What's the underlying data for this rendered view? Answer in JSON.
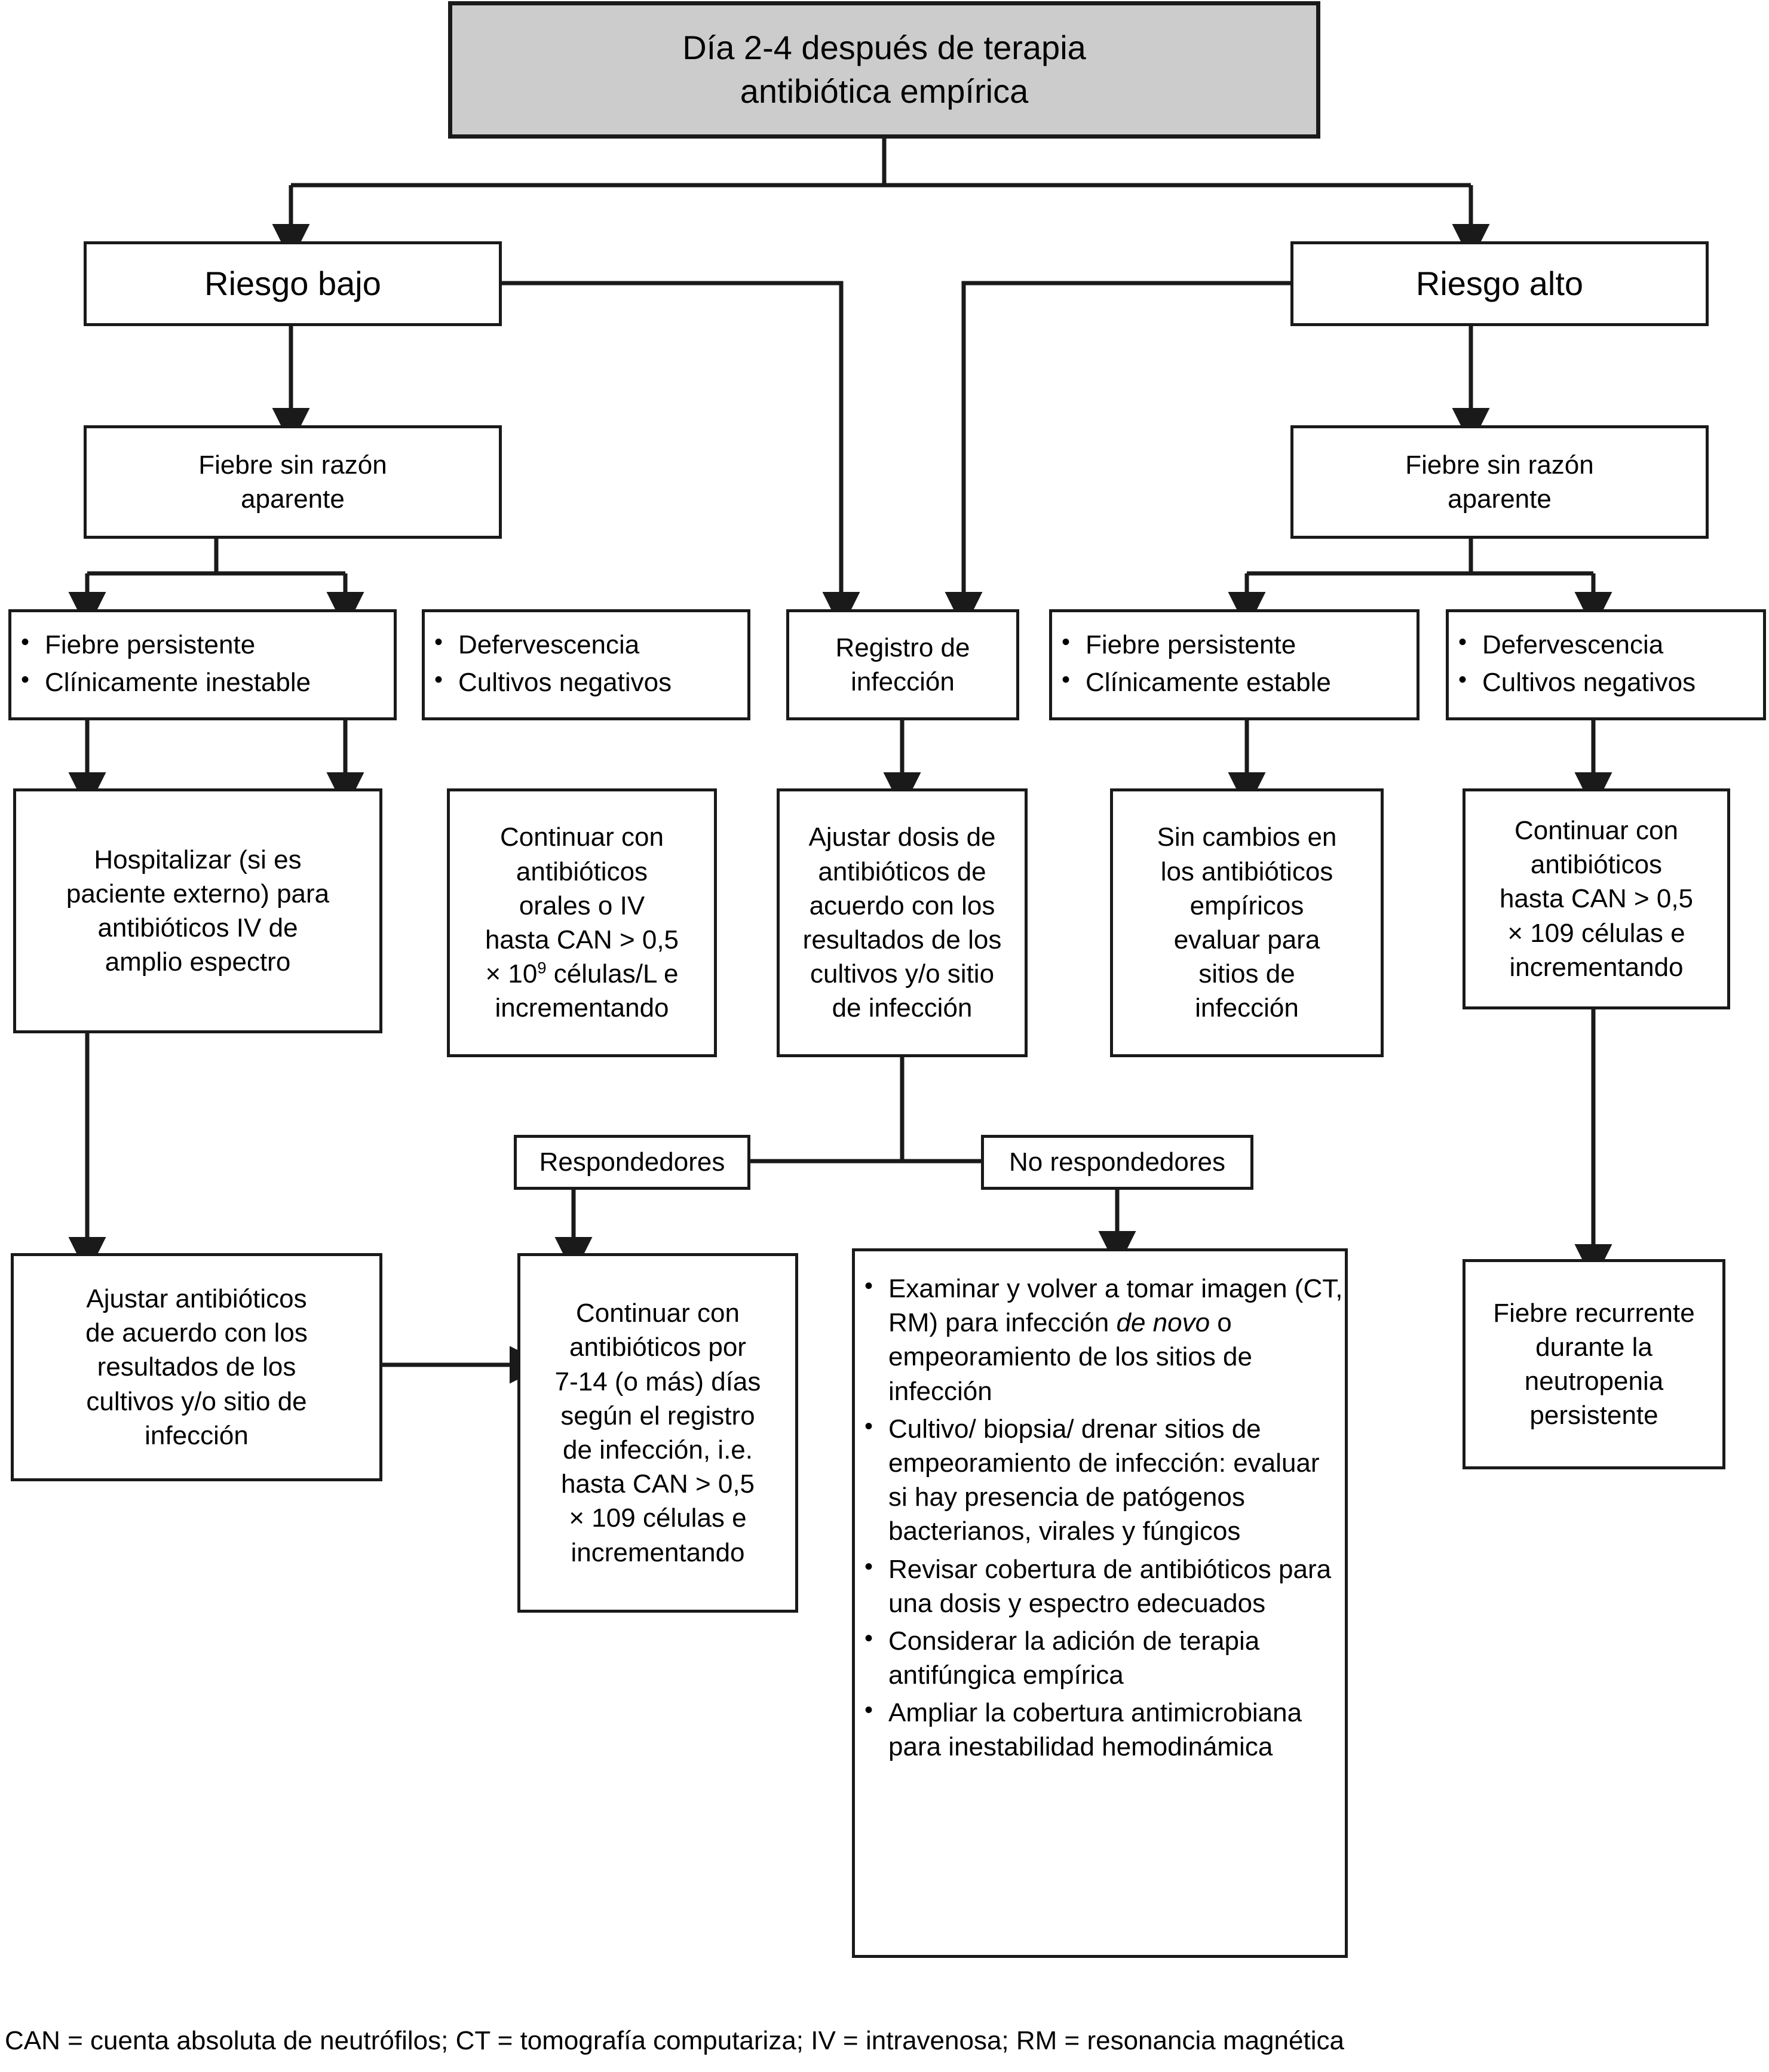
{
  "diagram": {
    "title": "Día 2-4 después de terapia antibiótica empírica",
    "nodes": {
      "root": "Día 2-4 después de terapia\nantibiótica empírica",
      "risk_low": "Riesgo bajo",
      "risk_high": "Riesgo alto",
      "fever_low": "Fiebre sin razón\naparente",
      "fever_high": "Fiebre sin razón\naparente",
      "low_persistent": [
        "Fiebre persistente",
        "Clínicamente inestable"
      ],
      "low_deferv": [
        "Defervescencia",
        "Cultivos negativos"
      ],
      "infection_record": "Registro de\ninfección",
      "high_persistent": [
        "Fiebre persistente",
        "Clínicamente estable"
      ],
      "high_deferv": [
        "Defervescencia",
        "Cultivos negativos"
      ],
      "hospitalize": "Hospitalizar (si es\npaciente externo) para\nantibióticos IV de\namplio espectro",
      "continue_oral_iv_l1": "Continuar con",
      "continue_oral_iv_l2": "antibióticos",
      "continue_oral_iv_l3": "orales o IV",
      "continue_oral_iv_l4": "hasta CAN > 0,5",
      "continue_oral_iv_l5_pre": "× 10",
      "continue_oral_iv_l5_sup": "9",
      "continue_oral_iv_l5_post": " células/L e",
      "continue_oral_iv_l6": "incrementando",
      "adjust_dose": "Ajustar dosis de\nantibióticos de\nacuerdo con los\nresultados de los\ncultivos y/o sitio\nde infección",
      "no_changes": "Sin cambios en\nlos antibióticos\nempíricos\nevaluar para\nsitios de\ninfección",
      "continue_high_l1": "Continuar con",
      "continue_high_l2": "antibióticos",
      "continue_high_l3": "hasta CAN > 0,5",
      "continue_high_l4": "× 109 células e",
      "continue_high_l5": "incrementando",
      "responders": "Respondedores",
      "non_responders": "No respondedores",
      "adjust_abx": "Ajustar antibióticos\nde acuerdo con los\nresultados de los\ncultivos y/o sitio de\ninfección",
      "continue_7_14_l1": "Continuar con",
      "continue_7_14_l2": "antibióticos por",
      "continue_7_14_l3": "7-14 (o más) días",
      "continue_7_14_l4": "según el registro",
      "continue_7_14_l5": "de infección, i.e.",
      "continue_7_14_l6": "hasta CAN > 0,5",
      "continue_7_14_l7": "× 109 células e",
      "continue_7_14_l8": "incrementando",
      "recurrent_fever": "Fiebre recurrente\ndurante la\nneutropenia\npersistente",
      "nonresp_actions": [
        {
          "pre": "Examinar y volver a tomar imagen (CT, RM) para infección ",
          "italic": "de novo",
          "post": " o empeoramiento de los sitios de infección"
        },
        {
          "pre": "Cultivo/ biopsia/ drenar sitios de empeoramiento de infección: evaluar si hay presencia de patógenos bacterianos, virales y fúngicos",
          "italic": "",
          "post": ""
        },
        {
          "pre": "Revisar cobertura de antibióticos para una dosis y espectro edecuados",
          "italic": "",
          "post": ""
        },
        {
          "pre": "Considerar la adición de terapia antifúngica empírica",
          "italic": "",
          "post": ""
        },
        {
          "pre": "Ampliar la cobertura antimicrobiana para inestabilidad hemodinámica",
          "italic": "",
          "post": ""
        }
      ]
    },
    "footnote": "CAN = cuenta absoluta de neutrófilos; CT = tomografía computariza; IV = intravenosa; RM = resonancia magnética",
    "colors": {
      "line": "#1a1a1a",
      "root_fill": "#cccccc",
      "box_fill": "#ffffff"
    }
  }
}
